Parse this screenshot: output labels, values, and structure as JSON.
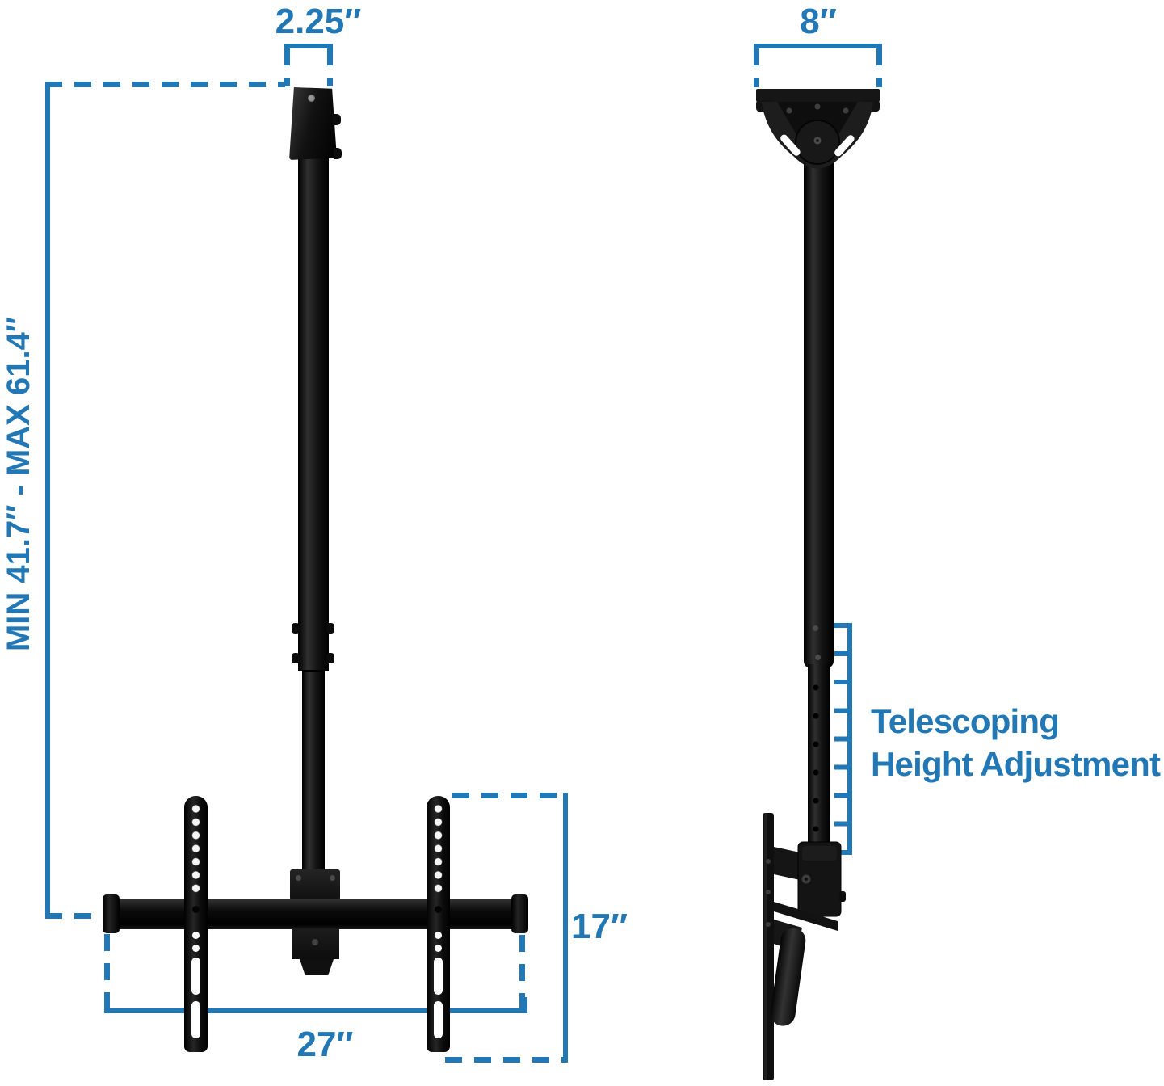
{
  "colors": {
    "accent": "#2277B5",
    "ink": "#141414"
  },
  "front_view": {
    "top_width_label": "2.25″",
    "height_range_label": "MIN 41.7″ - MAX 61.4″",
    "bottom_width_label": "27″",
    "bracket_height_label": "17″"
  },
  "side_view": {
    "plate_width_label": "8″",
    "callout": {
      "line1": "Telescoping",
      "line2": "Height Adjustment"
    }
  }
}
